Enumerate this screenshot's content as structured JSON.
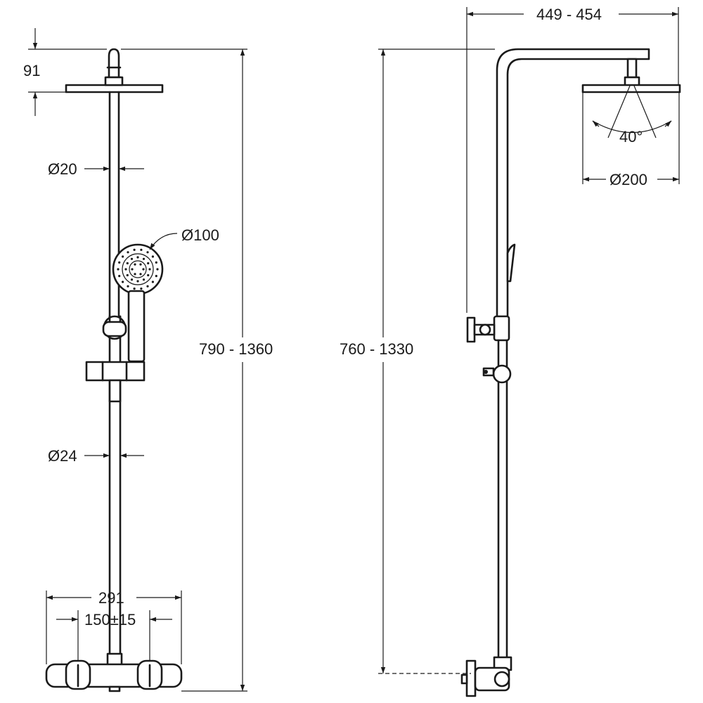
{
  "front_view": {
    "head_height": "91",
    "riser_diameter": "Ø20",
    "handshower_diameter": "Ø100",
    "bar_diameter": "Ø24",
    "total_height": "790 - 1360",
    "valve_width": "291",
    "inlet_centers": "150±15"
  },
  "side_view": {
    "arm_reach": "449 - 454",
    "spray_angle": "40°",
    "head_diameter": "Ø200",
    "total_height": "760 - 1330"
  }
}
